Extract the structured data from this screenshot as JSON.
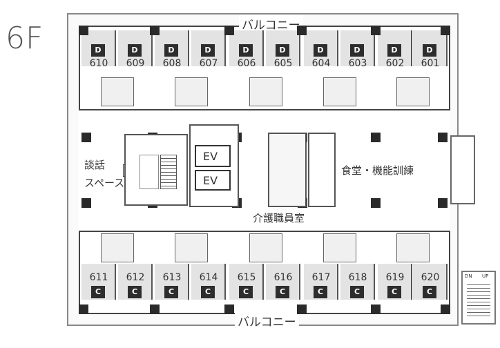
{
  "floor_label": "6F",
  "balcony_top": "バルコニー",
  "balcony_bottom": "バルコニー",
  "top_rooms": [
    {
      "number": "610",
      "badge": "D"
    },
    {
      "number": "609",
      "badge": "D"
    },
    {
      "number": "608",
      "badge": "D"
    },
    {
      "number": "607",
      "badge": "D"
    },
    {
      "number": "606",
      "badge": "D"
    },
    {
      "number": "605",
      "badge": "D"
    },
    {
      "number": "604",
      "badge": "D"
    },
    {
      "number": "603",
      "badge": "D"
    },
    {
      "number": "602",
      "badge": "D"
    },
    {
      "number": "601",
      "badge": "D"
    }
  ],
  "bottom_rooms": [
    {
      "number": "611",
      "badge": "C"
    },
    {
      "number": "612",
      "badge": "C"
    },
    {
      "number": "613",
      "badge": "C"
    },
    {
      "number": "614",
      "badge": "C"
    },
    {
      "number": "615",
      "badge": "C"
    },
    {
      "number": "616",
      "badge": "C"
    },
    {
      "number": "617",
      "badge": "C"
    },
    {
      "number": "618",
      "badge": "C"
    },
    {
      "number": "619",
      "badge": "C"
    },
    {
      "number": "620",
      "badge": "C"
    }
  ],
  "labels": {
    "lounge_line1": "談話",
    "lounge_line2": "スペース",
    "elevator_1": "EV",
    "elevator_2": "EV",
    "dining": "食堂・機能訓練",
    "staff_room": "介護職員室",
    "stair_down": "DN",
    "stair_up": "UP"
  }
}
